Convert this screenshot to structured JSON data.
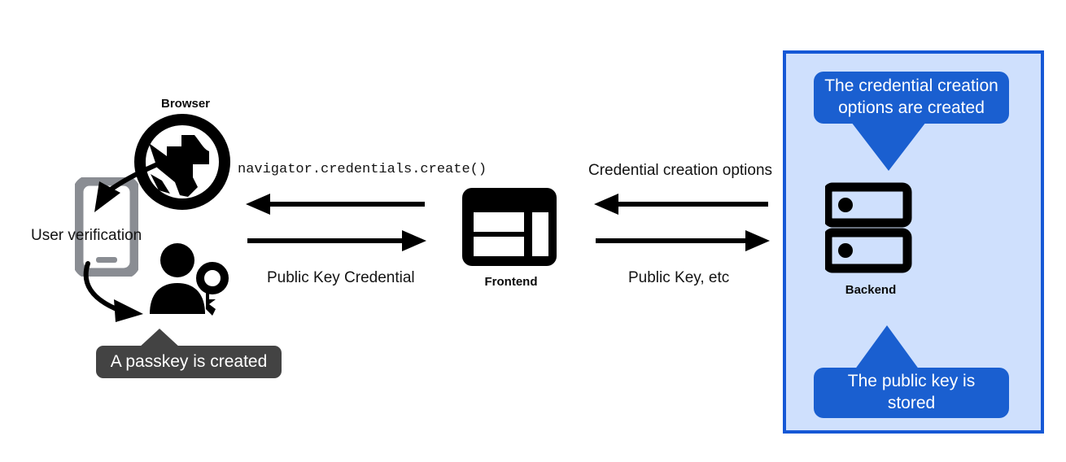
{
  "diagram": {
    "title": "WebAuthn passkey registration flow",
    "colors": {
      "panel_fill": "#cfe0fd",
      "panel_border": "#1558d6",
      "callout_blue": "#1a5fd0",
      "tooltip_gray": "#434343",
      "icon_black": "#000000",
      "phone_gray": "#8a8d93"
    }
  },
  "nodes": {
    "browser": {
      "label": "Browser",
      "icon": "globe-browser-icon"
    },
    "phone": {
      "icon": "mobile-phone-icon"
    },
    "user_key": {
      "icon": "user-with-key-icon"
    },
    "frontend": {
      "label": "Frontend",
      "icon": "webpage-layout-icon"
    },
    "backend": {
      "label": "Backend",
      "icon": "server-rack-icon"
    }
  },
  "annotations": {
    "user_verification": "User verification",
    "passkey_created": "A passkey is created"
  },
  "flows": {
    "frontend_to_browser": "navigator.credentials.create()",
    "browser_to_frontend": "Public Key Credential",
    "backend_to_frontend": "Credential creation options",
    "frontend_to_backend": "Public Key, etc"
  },
  "backend_panel": {
    "callout_top": "The credential creation options are created",
    "callout_bottom": "The public key is stored"
  }
}
